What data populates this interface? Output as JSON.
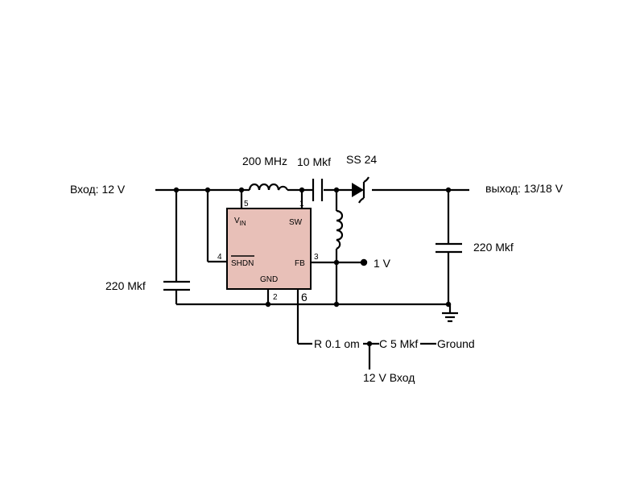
{
  "labels": {
    "input": "Вход:  12 V",
    "output": "выход: 13/18 V",
    "inductor1": "200 MHz",
    "cap_series": "10 Mkf",
    "diode": "SS 24",
    "cap_in": "220 Mkf",
    "cap_out": "220 Mkf",
    "fb_voltage": "1 V",
    "resistor": "R 0.1 om",
    "cap_5": "C 5 Mkf",
    "ground": "Ground",
    "input2": "12 V Вход"
  },
  "chip": {
    "vin": "V",
    "vin_sub": "IN",
    "sw": "SW",
    "shdn": "SHDN",
    "fb": "FB",
    "gnd": "GND",
    "pins": {
      "p1": "1",
      "p2": "2",
      "p3": "3",
      "p4": "4",
      "p5": "5",
      "p6": "6"
    },
    "fill": "#e8c0b8"
  }
}
